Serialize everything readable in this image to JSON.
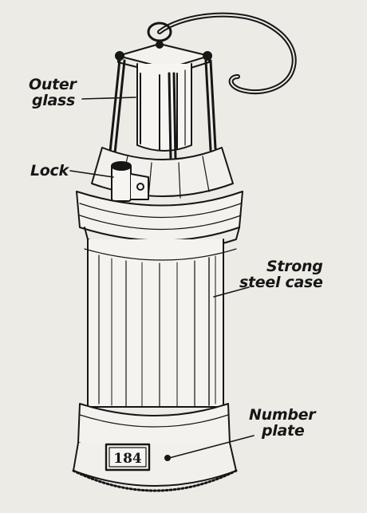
{
  "labels": {
    "outer_glass": {
      "line1": "Outer",
      "line2": "glass"
    },
    "lock": {
      "line1": "Lock"
    },
    "steel_case": {
      "line1": "Strong",
      "line2": "steel case"
    },
    "number_plate": {
      "line1": "Number",
      "line2": "plate"
    }
  },
  "plate_number": "184",
  "colors": {
    "ink": "#161616",
    "paper": "#ecebe6"
  }
}
